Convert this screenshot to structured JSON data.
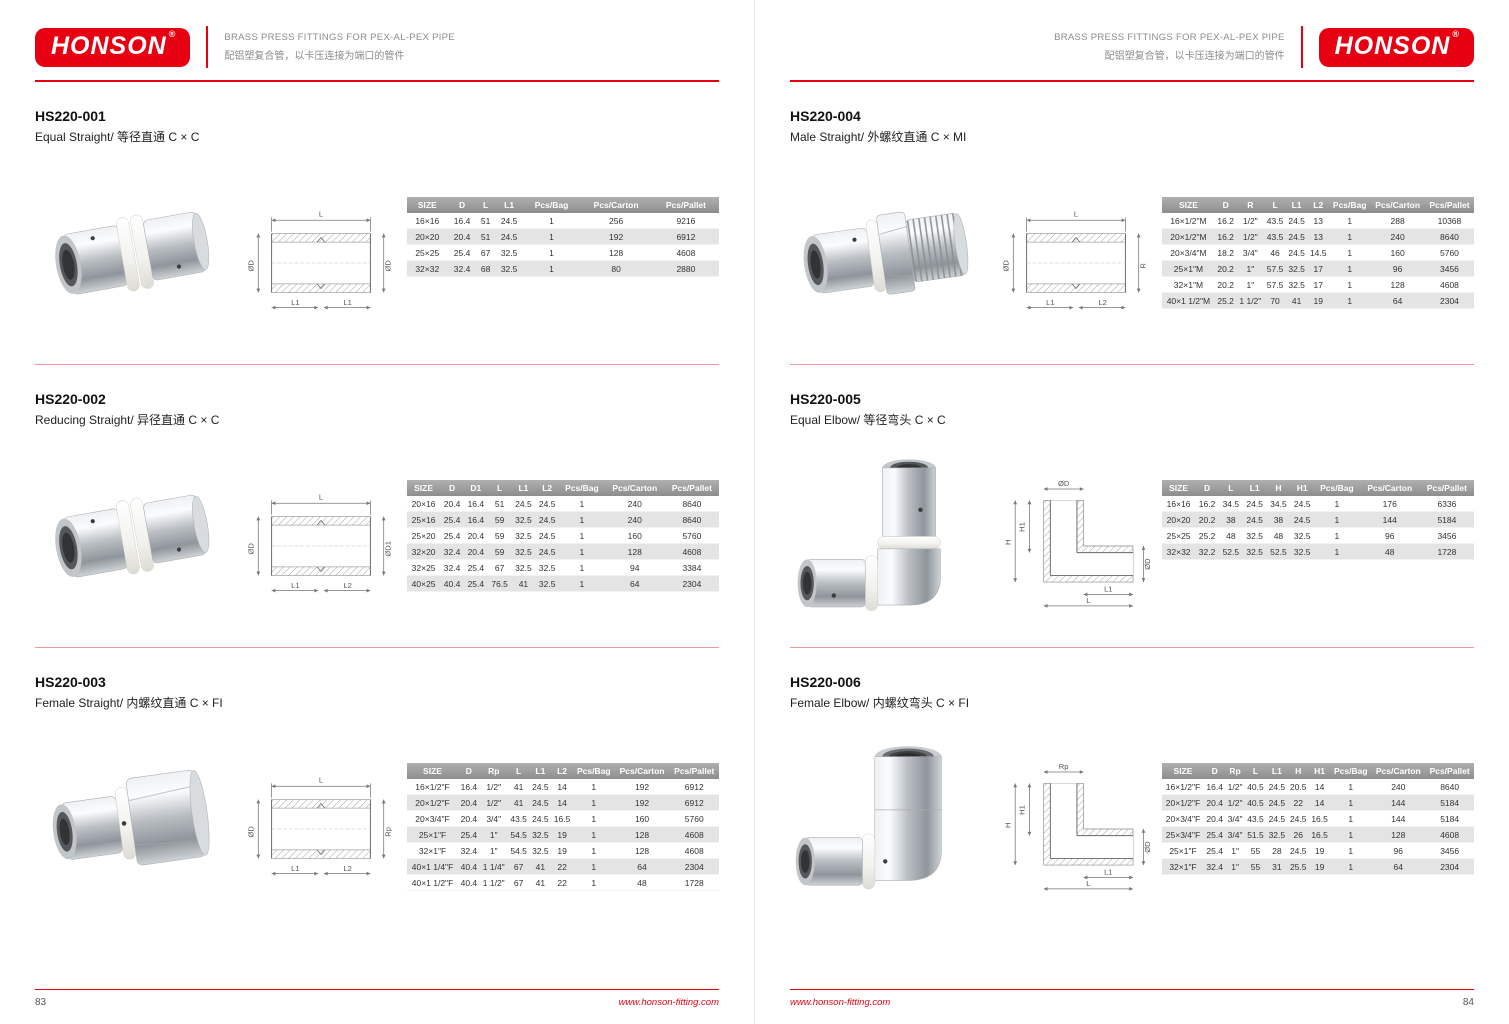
{
  "brand": {
    "logo_text": "HONSON",
    "registered": "®",
    "brand_red": "#e60012"
  },
  "header": {
    "tagline_en": "BRASS PRESS FITTINGS FOR PEX-AL-PEX PIPE",
    "tagline_zh": "配铝塑复合管，以卡压连接为端口的管件"
  },
  "footer": {
    "website": "www.honson-fitting.com"
  },
  "pages": [
    {
      "page_number": "83",
      "sections": [
        {
          "code": "HS220-001",
          "title": "Equal Straight/ 等径直通 C × C",
          "photo": "straight-cc",
          "diagram": {
            "type": "straight",
            "labels": {
              "top": "L",
              "left": "ØD",
              "right": "ØD",
              "b1": "L1",
              "b2": "L1"
            }
          },
          "table": {
            "headers": [
              "SIZE",
              "D",
              "L",
              "L1",
              "Pcs/Bag",
              "Pcs/Carton",
              "Pcs/Pallet"
            ],
            "rows": [
              [
                "16×16",
                "16.4",
                "51",
                "24.5",
                "1",
                "256",
                "9216"
              ],
              [
                "20×20",
                "20.4",
                "51",
                "24.5",
                "1",
                "192",
                "6912"
              ],
              [
                "25×25",
                "25.4",
                "67",
                "32.5",
                "1",
                "128",
                "4608"
              ],
              [
                "32×32",
                "32.4",
                "68",
                "32.5",
                "1",
                "80",
                "2880"
              ]
            ]
          }
        },
        {
          "code": "HS220-002",
          "title": "Reducing Straight/ 异径直通 C × C",
          "photo": "straight-cc",
          "diagram": {
            "type": "straight",
            "labels": {
              "top": "L",
              "left": "ØD",
              "right": "ØD1",
              "b1": "L1",
              "b2": "L2"
            }
          },
          "table": {
            "headers": [
              "SIZE",
              "D",
              "D1",
              "L",
              "L1",
              "L2",
              "Pcs/Bag",
              "Pcs/Carton",
              "Pcs/Pallet"
            ],
            "rows": [
              [
                "20×16",
                "20.4",
                "16.4",
                "51",
                "24.5",
                "24.5",
                "1",
                "240",
                "8640"
              ],
              [
                "25×16",
                "25.4",
                "16.4",
                "59",
                "32.5",
                "24.5",
                "1",
                "240",
                "8640"
              ],
              [
                "25×20",
                "25.4",
                "20.4",
                "59",
                "32.5",
                "24.5",
                "1",
                "160",
                "5760"
              ],
              [
                "32×20",
                "32.4",
                "20.4",
                "59",
                "32.5",
                "24.5",
                "1",
                "128",
                "4608"
              ],
              [
                "32×25",
                "32.4",
                "25.4",
                "67",
                "32.5",
                "32.5",
                "1",
                "94",
                "3384"
              ],
              [
                "40×25",
                "40.4",
                "25.4",
                "76.5",
                "41",
                "32.5",
                "1",
                "64",
                "2304"
              ]
            ]
          }
        },
        {
          "code": "HS220-003",
          "title": "Female Straight/ 内螺纹直通 C × FI",
          "photo": "straight-female",
          "diagram": {
            "type": "straight",
            "labels": {
              "top": "L",
              "left": "ØD",
              "right": "Rp",
              "b1": "L1",
              "b2": "L2"
            }
          },
          "table": {
            "headers": [
              "SIZE",
              "D",
              "Rp",
              "L",
              "L1",
              "L2",
              "Pcs/Bag",
              "Pcs/Carton",
              "Pcs/Pallet"
            ],
            "rows": [
              [
                "16×1/2\"F",
                "16.4",
                "1/2\"",
                "41",
                "24.5",
                "14",
                "1",
                "192",
                "6912"
              ],
              [
                "20×1/2\"F",
                "20.4",
                "1/2\"",
                "41",
                "24.5",
                "14",
                "1",
                "192",
                "6912"
              ],
              [
                "20×3/4\"F",
                "20.4",
                "3/4\"",
                "43.5",
                "24.5",
                "16.5",
                "1",
                "160",
                "5760"
              ],
              [
                "25×1\"F",
                "25.4",
                "1\"",
                "54.5",
                "32.5",
                "19",
                "1",
                "128",
                "4608"
              ],
              [
                "32×1\"F",
                "32.4",
                "1\"",
                "54.5",
                "32.5",
                "19",
                "1",
                "128",
                "4608"
              ],
              [
                "40×1 1/4\"F",
                "40.4",
                "1 1/4\"",
                "67",
                "41",
                "22",
                "1",
                "64",
                "2304"
              ],
              [
                "40×1 1/2\"F",
                "40.4",
                "1 1/2\"",
                "67",
                "41",
                "22",
                "1",
                "48",
                "1728"
              ]
            ]
          }
        }
      ]
    },
    {
      "page_number": "84",
      "sections": [
        {
          "code": "HS220-004",
          "title": "Male Straight/ 外螺纹直通 C × MI",
          "photo": "straight-male",
          "diagram": {
            "type": "straight",
            "labels": {
              "top": "L",
              "left": "ØD",
              "right": "R",
              "b1": "L1",
              "b2": "L2"
            }
          },
          "table": {
            "headers": [
              "SIZE",
              "D",
              "R",
              "L",
              "L1",
              "L2",
              "Pcs/Bag",
              "Pcs/Carton",
              "Pcs/Pallet"
            ],
            "rows": [
              [
                "16×1/2\"M",
                "16.2",
                "1/2\"",
                "43.5",
                "24.5",
                "13",
                "1",
                "288",
                "10368"
              ],
              [
                "20×1/2\"M",
                "16.2",
                "1/2\"",
                "43.5",
                "24.5",
                "13",
                "1",
                "240",
                "8640"
              ],
              [
                "20×3/4\"M",
                "18.2",
                "3/4\"",
                "46",
                "24.5",
                "14.5",
                "1",
                "160",
                "5760"
              ],
              [
                "25×1\"M",
                "20.2",
                "1\"",
                "57.5",
                "32.5",
                "17",
                "1",
                "96",
                "3456"
              ],
              [
                "32×1\"M",
                "20.2",
                "1\"",
                "57.5",
                "32.5",
                "17",
                "1",
                "128",
                "4608"
              ],
              [
                "40×1 1/2\"M",
                "25.2",
                "1 1/2\"",
                "70",
                "41",
                "19",
                "1",
                "64",
                "2304"
              ]
            ]
          }
        },
        {
          "code": "HS220-005",
          "title": "Equal Elbow/ 等径弯头 C × C",
          "photo": "elbow-cc",
          "diagram": {
            "type": "elbow",
            "labels": {
              "top": "ØD",
              "h": "H",
              "h1": "H1",
              "right": "ØD",
              "b1": "L1",
              "b2": "L"
            }
          },
          "table": {
            "headers": [
              "SIZE",
              "D",
              "L",
              "L1",
              "H",
              "H1",
              "Pcs/Bag",
              "Pcs/Carton",
              "Pcs/Pallet"
            ],
            "rows": [
              [
                "16×16",
                "16.2",
                "34.5",
                "24.5",
                "34.5",
                "24.5",
                "1",
                "176",
                "6336"
              ],
              [
                "20×20",
                "20.2",
                "38",
                "24.5",
                "38",
                "24.5",
                "1",
                "144",
                "5184"
              ],
              [
                "25×25",
                "25.2",
                "48",
                "32.5",
                "48",
                "32.5",
                "1",
                "96",
                "3456"
              ],
              [
                "32×32",
                "32.2",
                "52.5",
                "32.5",
                "52.5",
                "32.5",
                "1",
                "48",
                "1728"
              ]
            ]
          }
        },
        {
          "code": "HS220-006",
          "title": "Female Elbow/ 内螺纹弯头 C × FI",
          "photo": "elbow-female",
          "diagram": {
            "type": "elbow",
            "labels": {
              "top": "Rp",
              "h": "H",
              "h1": "H1",
              "right": "ØD",
              "b1": "L1",
              "b2": "L"
            }
          },
          "table": {
            "headers": [
              "SIZE",
              "D",
              "Rp",
              "L",
              "L1",
              "H",
              "H1",
              "Pcs/Bag",
              "Pcs/Carton",
              "Pcs/Pallet"
            ],
            "rows": [
              [
                "16×1/2\"F",
                "16.4",
                "1/2\"",
                "40.5",
                "24.5",
                "20.5",
                "14",
                "1",
                "240",
                "8640"
              ],
              [
                "20×1/2\"F",
                "20.4",
                "1/2\"",
                "40.5",
                "24.5",
                "22",
                "14",
                "1",
                "144",
                "5184"
              ],
              [
                "20×3/4\"F",
                "20.4",
                "3/4\"",
                "43.5",
                "24.5",
                "24.5",
                "16.5",
                "1",
                "144",
                "5184"
              ],
              [
                "25×3/4\"F",
                "25.4",
                "3/4\"",
                "51.5",
                "32.5",
                "26",
                "16.5",
                "1",
                "128",
                "4608"
              ],
              [
                "25×1\"F",
                "25.4",
                "1\"",
                "55",
                "28",
                "24.5",
                "19",
                "1",
                "96",
                "3456"
              ],
              [
                "32×1\"F",
                "32.4",
                "1\"",
                "55",
                "31",
                "25.5",
                "19",
                "1",
                "64",
                "2304"
              ]
            ]
          }
        }
      ]
    }
  ]
}
